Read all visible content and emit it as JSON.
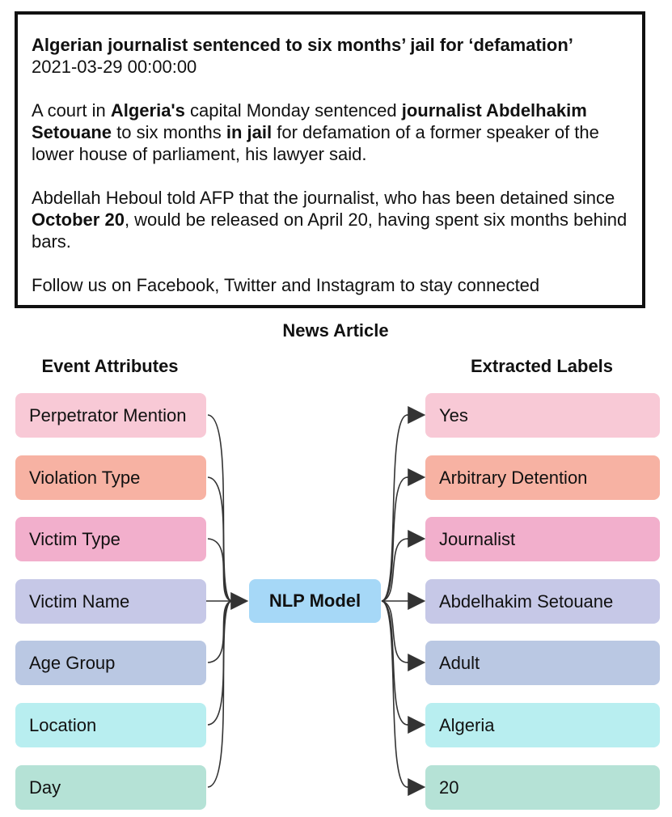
{
  "article": {
    "headline": "Algerian journalist sentenced to six months’ jail for ‘defamation’",
    "date": "2021-03-29 00:00:00",
    "p1": {
      "t1": "A court in ",
      "b1": "Algeria's",
      "t2": " capital Monday sentenced ",
      "b2": "journalist Abdelhakim Setouane",
      "t3": " to six months ",
      "b3": "in jail",
      "t4": " for defamation of a former speaker of the lower house of parliament, his lawyer said."
    },
    "p2": {
      "t1": "Abdellah Heboul told AFP that the journalist, who has been detained since ",
      "b1": "October 20",
      "t2": ", would be released on April 20, having spent six months behind bars."
    },
    "p3": "Follow us on Facebook, Twitter and Instagram to stay connected"
  },
  "captions": {
    "article": "News Article",
    "attributes": "Event Attributes",
    "labels": "Extracted Labels"
  },
  "model": "NLP Model",
  "attributes": [
    {
      "label": "Perpetrator Mention",
      "color": "#f8c9d6"
    },
    {
      "label": "Violation Type",
      "color": "#f7b2a3"
    },
    {
      "label": "Victim Type",
      "color": "#f2afcc"
    },
    {
      "label": "Victim Name",
      "color": "#c6c8e7"
    },
    {
      "label": "Age Group",
      "color": "#bac8e3"
    },
    {
      "label": "Location",
      "color": "#b8eef0"
    },
    {
      "label": "Day",
      "color": "#b5e2d6"
    }
  ],
  "labels": [
    {
      "label": "Yes",
      "color": "#f8c9d6"
    },
    {
      "label": "Arbitrary Detention",
      "color": "#f7b2a3"
    },
    {
      "label": "Journalist",
      "color": "#f2afcc"
    },
    {
      "label": "Abdelhakim Setouane",
      "color": "#c6c8e7"
    },
    {
      "label": "Adult",
      "color": "#bac8e3"
    },
    {
      "label": "Algeria",
      "color": "#b8eef0"
    },
    {
      "label": "20",
      "color": "#b5e2d6"
    }
  ],
  "colors": {
    "model": "#a6d8f7",
    "border": "#111111",
    "arrow": "#333333"
  }
}
